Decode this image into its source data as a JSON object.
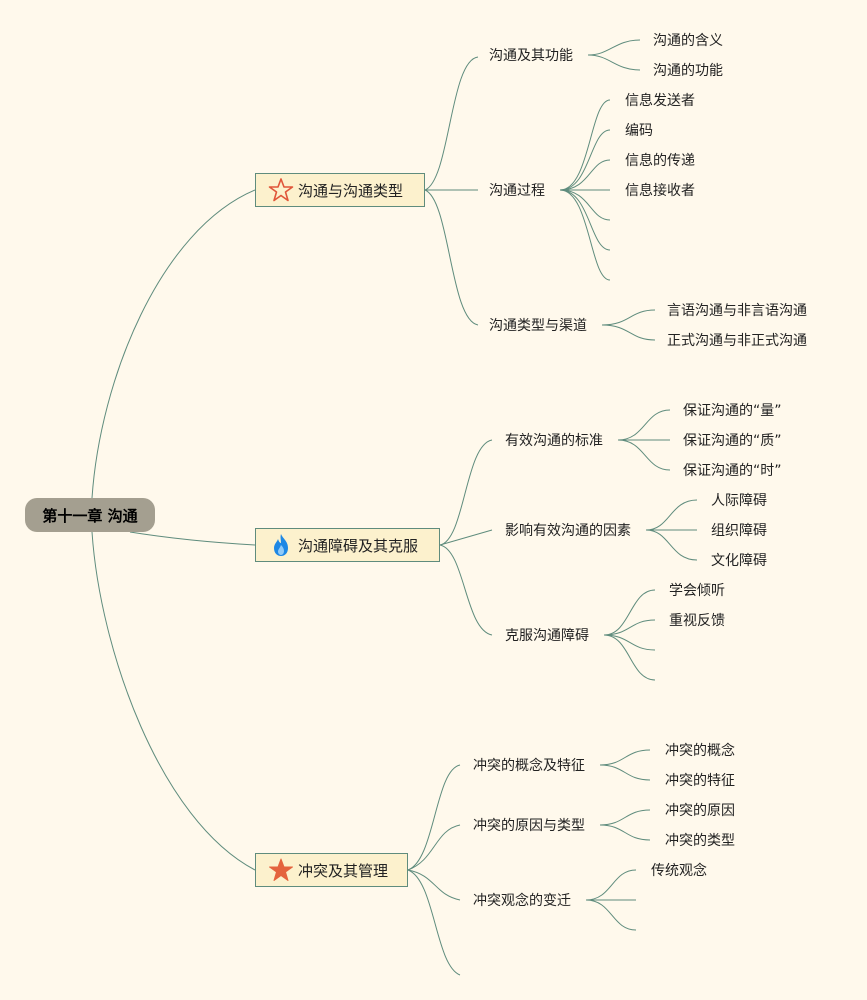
{
  "root": "第十一章 沟通",
  "branches": [
    {
      "label": "沟通与沟通类型",
      "icon": "star-outline-icon",
      "children": [
        {
          "label": "沟通及其功能",
          "leaves": [
            "沟通的含义",
            "沟通的功能"
          ]
        },
        {
          "label": "沟通过程",
          "leaves": [
            "信息发送者",
            "编码",
            "信息的传递",
            "信息接收者"
          ]
        },
        {
          "label": "沟通类型与渠道",
          "leaves": [
            "言语沟通与非言语沟通",
            "正式沟通与非正式沟通"
          ]
        }
      ]
    },
    {
      "label": "沟通障碍及其克服",
      "icon": "flame-icon",
      "children": [
        {
          "label": "有效沟通的标准",
          "leaves": [
            "保证沟通的“量”",
            "保证沟通的“质”",
            "保证沟通的“时”"
          ]
        },
        {
          "label": "影响有效沟通的因素",
          "leaves": [
            "人际障碍",
            "组织障碍",
            "文化障碍"
          ]
        },
        {
          "label": "克服沟通障碍",
          "leaves": [
            "学会倾听",
            "重视反馈"
          ]
        }
      ]
    },
    {
      "label": "冲突及其管理",
      "icon": "star-filled-icon",
      "children": [
        {
          "label": "冲突的概念及特征",
          "leaves": [
            "冲突的概念",
            "冲突的特征"
          ]
        },
        {
          "label": "冲突的原因与类型",
          "leaves": [
            "冲突的原因",
            "冲突的类型"
          ]
        },
        {
          "label": "冲突观念的变迁",
          "leaves": [
            "传统观念"
          ]
        }
      ]
    }
  ],
  "colors": {
    "line": "#5F8C7D",
    "node_fill": "#FCF1CD",
    "root_fill": "#A49F90",
    "background": "#FFF9EC"
  }
}
